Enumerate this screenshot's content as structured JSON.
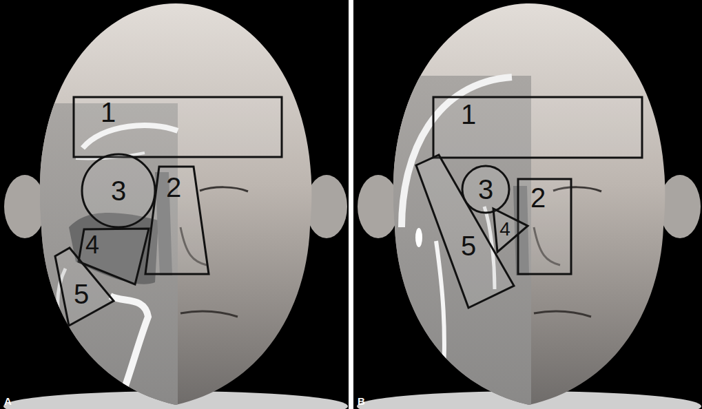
{
  "diagram": {
    "nodes": [
      {
        "text": [
          "A"
        ]
      },
      {
        "text": [
          "1"
        ],
        "in": 0
      },
      {
        "text": [
          "3"
        ],
        "in": 0
      },
      {
        "text": [
          "2"
        ],
        "in": 0
      },
      {
        "text": [
          "4"
        ],
        "in": 0
      },
      {
        "text": [
          "5"
        ],
        "in": 0
      },
      {
        "text": [
          "B"
        ]
      },
      {
        "text": [
          "1"
        ],
        "in": 6
      },
      {
        "text": [
          "3"
        ],
        "in": 6
      },
      {
        "text": [
          "2"
        ],
        "in": 6
      },
      {
        "text": [
          "4"
        ],
        "in": 6
      },
      {
        "text": [
          "5"
        ],
        "in": 6
      }
    ]
  }
}
